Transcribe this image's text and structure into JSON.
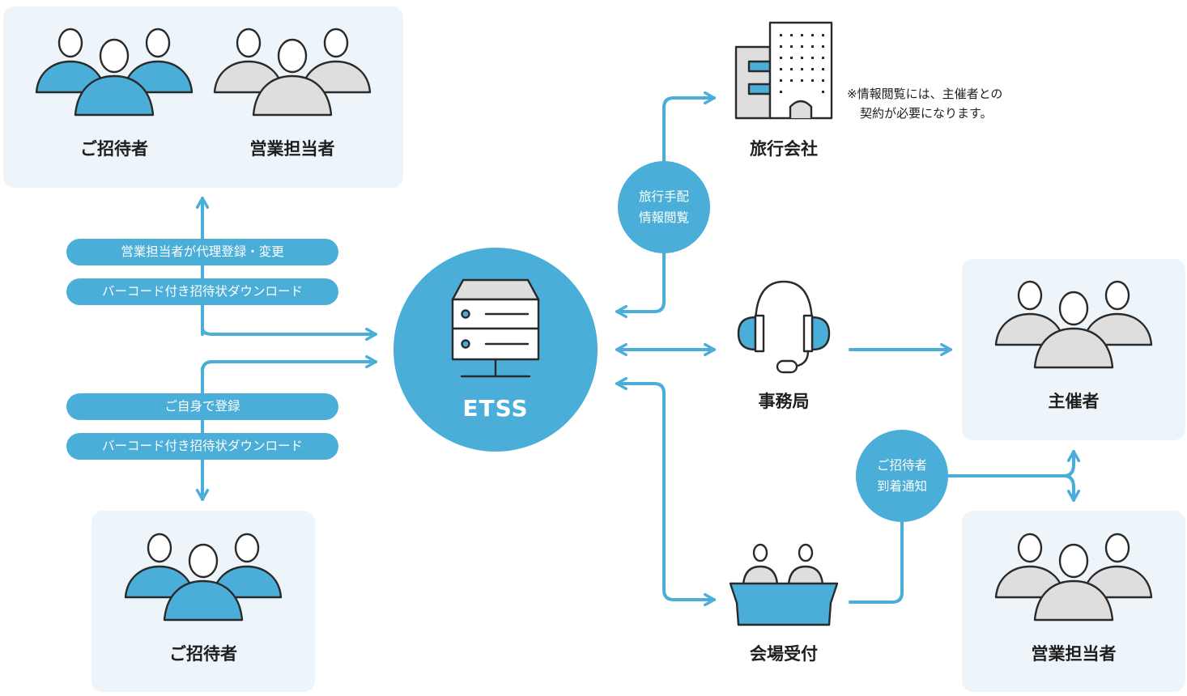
{
  "colors": {
    "accent": "#4aaed9",
    "panel": "#eef5fa",
    "outline": "#2a2a2a",
    "gray_fill": "#dedede"
  },
  "nodes": {
    "etss": "ETSS",
    "invitee_top": "ご招待者",
    "sales_top": "営業担当者",
    "invitee_bottom": "ご招待者",
    "travel_agency": "旅行会社",
    "secretariat": "事務局",
    "organizer": "主催者",
    "venue_reception": "会場受付",
    "sales_bottom": "営業担当者"
  },
  "pills": {
    "proxy_register": "営業担当者が代理登録・変更",
    "barcode_download_1": "バーコード付き招待状ダウンロード",
    "self_register": "ご自身で登録",
    "barcode_download_2": "バーコード付き招待状ダウンロード"
  },
  "bubbles": {
    "travel": {
      "line1": "旅行手配",
      "line2": "情報閲覧"
    },
    "arrival": {
      "line1": "ご招待者",
      "line2": "到着通知"
    }
  },
  "note": {
    "line1": "※情報閲覧には、主催者との",
    "line2": "契約が必要になります。"
  },
  "icons": [
    "people-group-icon",
    "server-icon",
    "building-icon",
    "headset-icon",
    "reception-desk-icon"
  ]
}
